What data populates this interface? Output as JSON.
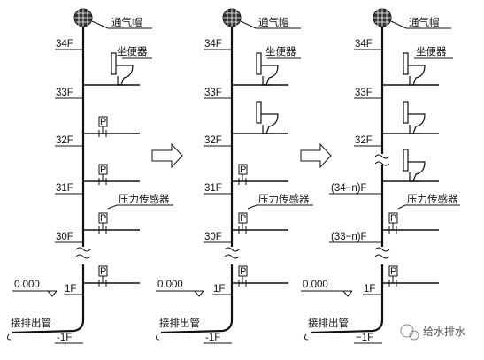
{
  "panels": [
    {
      "vent_cap": "通气帽",
      "toilet": "坐便器",
      "sensor": "压力传感器",
      "floors": [
        "34F",
        "33F",
        "32F",
        "31F",
        "30F",
        "1F",
        "-1F"
      ],
      "elevation": "0.000",
      "outlet": "接排出管",
      "p_mark": "P"
    },
    {
      "vent_cap": "通气帽",
      "toilet": "坐便器",
      "sensor": "压力传感器",
      "floors": [
        "34F",
        "33F",
        "32F",
        "31F",
        "30F",
        "1F",
        "-1F"
      ],
      "elevation": "0.000",
      "outlet": "接排出管",
      "p_mark": "P"
    },
    {
      "vent_cap": "通气帽",
      "toilet": "坐便器",
      "sensor": "压力传感器",
      "floors": [
        "34F",
        "33F",
        "32F",
        "(34−n)F",
        "(33−n)F",
        "1F",
        "−1F"
      ],
      "elevation": "0.000",
      "outlet": "接排出管",
      "p_mark": "P"
    }
  ],
  "watermark": "给水排水"
}
